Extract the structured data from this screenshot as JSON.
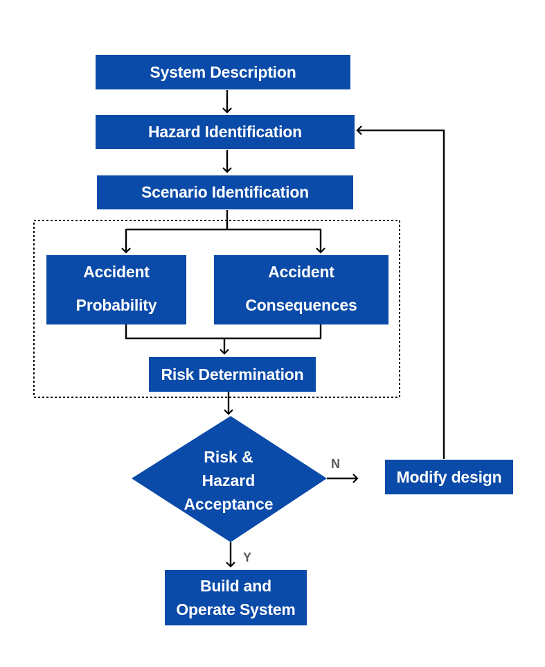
{
  "nodes": {
    "system_description": "System Description",
    "hazard_identification": "Hazard Identification",
    "scenario_identification": "Scenario Identification",
    "accident_probability": [
      "Accident",
      "Probability"
    ],
    "accident_consequences": [
      "Accident",
      "Consequences"
    ],
    "risk_determination": "Risk Determination",
    "acceptance": [
      "Risk &",
      "Hazard",
      "Acceptance"
    ],
    "modify_design": "Modify design",
    "build_operate": [
      "Build and",
      "Operate System"
    ]
  },
  "edge_labels": {
    "no": "N",
    "yes": "Y"
  },
  "colors": {
    "box_fill": "#0a4aa8",
    "text": "#ffffff",
    "line": "#000000",
    "edge_label": "#5a5a5a"
  }
}
